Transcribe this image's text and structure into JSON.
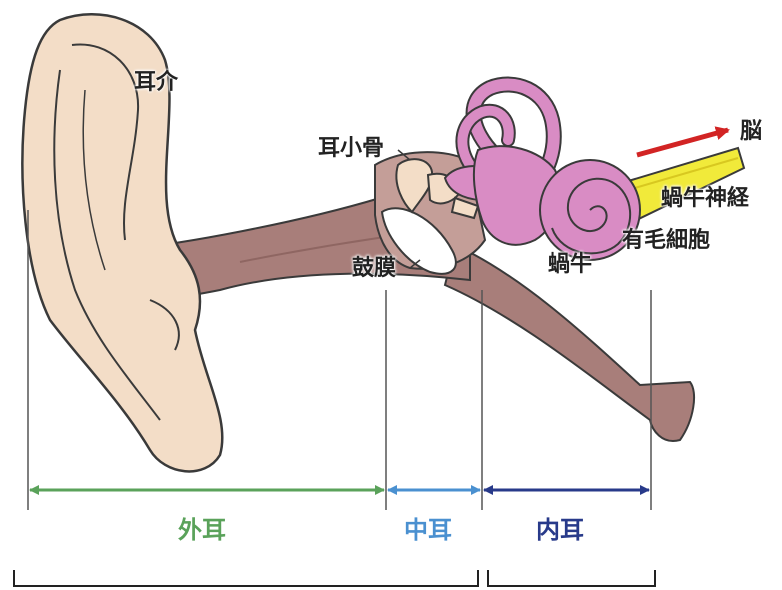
{
  "labels": {
    "pinna": "耳介",
    "ossicles": "耳小骨",
    "eardrum": "鼓膜",
    "cochlea": "蝸牛",
    "hair_cells": "有毛細胞",
    "cochlear_nerve": "蝸牛神経",
    "brain": "脳"
  },
  "regions": {
    "outer_ear": "外耳",
    "middle_ear": "中耳",
    "inner_ear": "内耳"
  },
  "colors": {
    "outer_ear": "#5aa25a",
    "middle_ear": "#4a90d0",
    "inner_ear": "#283a8a",
    "skin": "#f3ddc7",
    "canal": "#a87e7a",
    "labyrinth": "#d98cc4",
    "nerve": "#f1ea3a",
    "arrow_to_brain": "#d22424"
  }
}
